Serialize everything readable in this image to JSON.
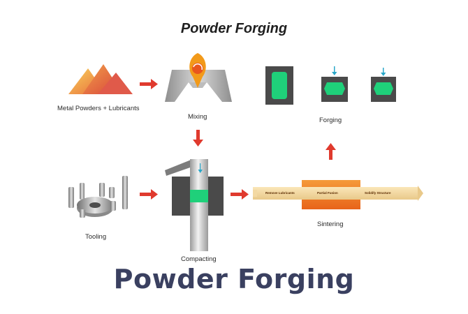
{
  "diagram": {
    "title": "Powder Forging",
    "labels": {
      "metal_powders": "Metal Powders + Lubricants",
      "mixing": "Mixing",
      "forging": "Forging",
      "tooling": "Tooling",
      "compacting": "Compacting",
      "sintering": "Sintering"
    },
    "sintering_stages": [
      "Remove Lubricants",
      "Partial Fusion",
      "Solidify Structure"
    ]
  },
  "banner": {
    "title": "Powder Forging"
  },
  "colors": {
    "arrow": "#e03a2e",
    "die": "#4a4a4a",
    "compact_green": "#1fd07a",
    "furnace": "#f07a1a",
    "powder_red": "#e0533a",
    "powder_yellow": "#f4c24a",
    "banner_text": "#3a4060"
  }
}
